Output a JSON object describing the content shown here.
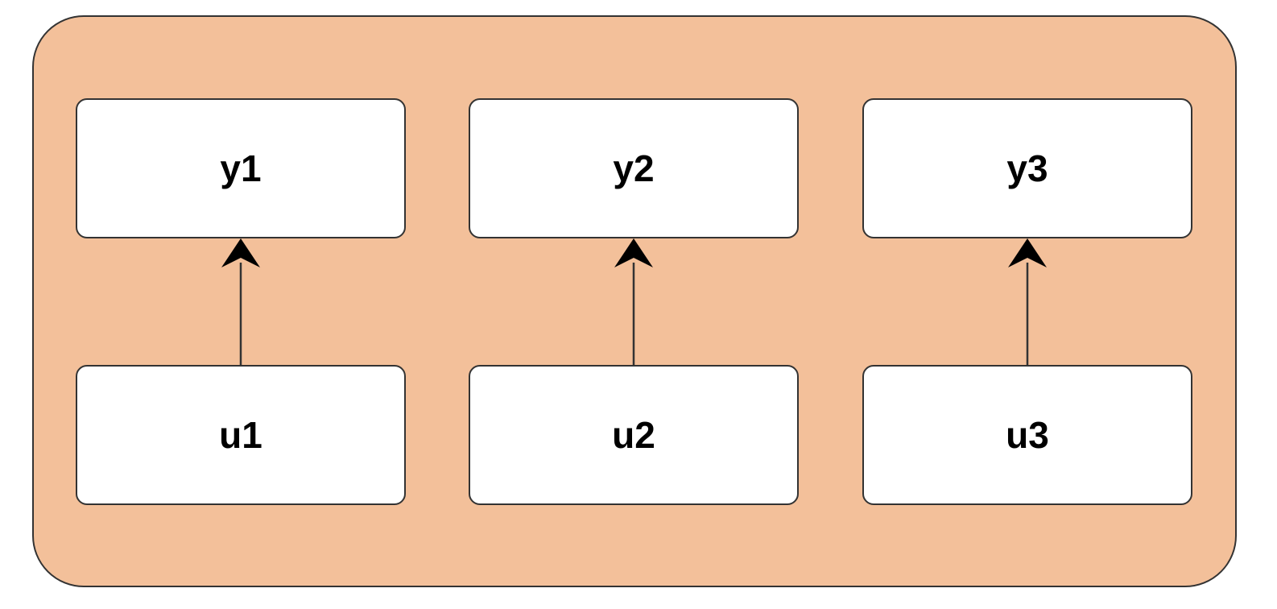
{
  "colors": {
    "container_fill": "#f3c09a",
    "node_fill": "#ffffff",
    "stroke": "#333333",
    "text": "#000000"
  },
  "outputs": [
    {
      "label": "y1"
    },
    {
      "label": "y2"
    },
    {
      "label": "y3"
    }
  ],
  "inputs": [
    {
      "label": "u1"
    },
    {
      "label": "u2"
    },
    {
      "label": "u3"
    }
  ],
  "edges": [
    {
      "from": "u1",
      "to": "y1"
    },
    {
      "from": "u2",
      "to": "y2"
    },
    {
      "from": "u3",
      "to": "y3"
    }
  ]
}
